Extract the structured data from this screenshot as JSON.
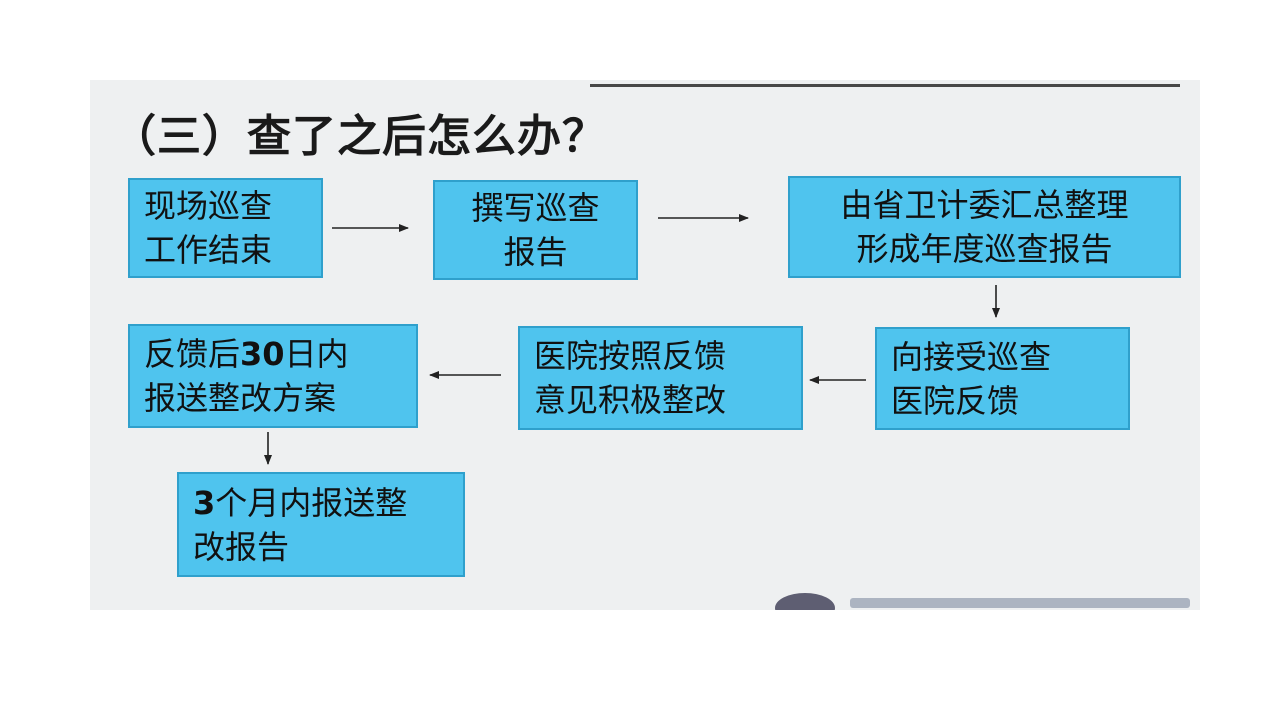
{
  "title": "（三）查了之后怎么办？",
  "steps": [
    {
      "line1": "现场巡查",
      "line2": "工作结束"
    },
    {
      "line1": "撰写巡查",
      "line2": "报告"
    },
    {
      "line1": "由省卫计委汇总整理",
      "line2": "形成年度巡查报告"
    },
    {
      "line1": "向接受巡查",
      "line2": "医院反馈"
    },
    {
      "line1": "医院按照反馈",
      "line2": "意见积极整改"
    },
    {
      "line1_pre": "反馈后",
      "line1_num": "30",
      "line1_post": "日内",
      "line2": "报送整改方案"
    },
    {
      "line1_num": "3",
      "line1_post": "个月内报送整",
      "line2": "改报告"
    }
  ],
  "colors": {
    "box_fill": "#4fc4ee",
    "box_border": "#2fa0cc",
    "arrow": "#222222"
  }
}
